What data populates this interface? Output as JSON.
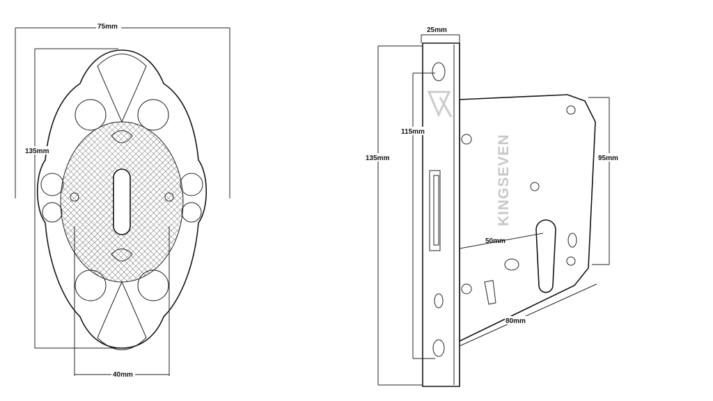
{
  "escutcheon": {
    "width_label": "75mm",
    "height_label": "135mm",
    "hole_spacing_label": "40mm"
  },
  "mortise_lock": {
    "faceplate_width_label": "25mm",
    "faceplate_height_label": "135mm",
    "screw_spacing_label": "115mm",
    "body_height_label": "95mm",
    "backset_label": "50mm",
    "body_depth_label": "80mm",
    "brand": "KINGSEVEN"
  }
}
